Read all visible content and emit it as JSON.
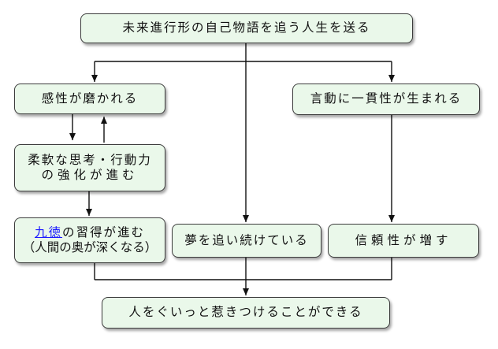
{
  "nodes": {
    "top": "未来進行形の自己物語を追う人生を送る",
    "sensibility": "感性が磨かれる",
    "consistency": "言動に一貫性が生まれる",
    "flexible_line1": "柔軟な思考・行動力",
    "flexible_line2": "の強化が進む",
    "virtue_link": "九徳",
    "virtue_rest": "の習得が進む",
    "virtue_line2": "（人間の奥が深くなる）",
    "dream": "夢を追い続けている",
    "trust": "信頼性が増す",
    "bottom": "人をぐいっと惹きつけることができる"
  },
  "colors": {
    "box_fill": "#eaf8ea",
    "box_border": "#3c3c3c",
    "line": "#111111",
    "link": "#1a1aff"
  }
}
